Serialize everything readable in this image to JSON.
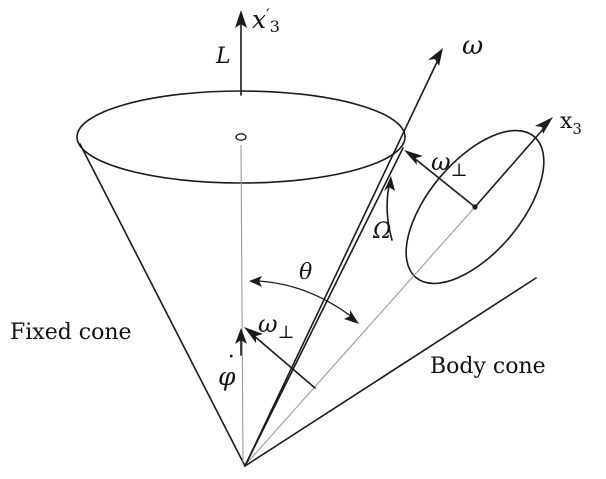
{
  "diagram": {
    "labels": {
      "x3_prime_base": "x",
      "x3_prime_sup": "′",
      "x3_prime_sub": "3",
      "L": "L",
      "omega": "ω",
      "x3_base": "x",
      "x3_sub": "3",
      "omega_perp_top": "ω",
      "perp_symbol_top": "⊥",
      "Omega": "Ω",
      "theta": "θ",
      "omega_perp_bottom": "ω",
      "perp_symbol_bottom": "⊥",
      "phi_dot": "φ",
      "dot": "˙",
      "fixed_cone": "Fixed cone",
      "body_cone": "Body cone"
    }
  }
}
